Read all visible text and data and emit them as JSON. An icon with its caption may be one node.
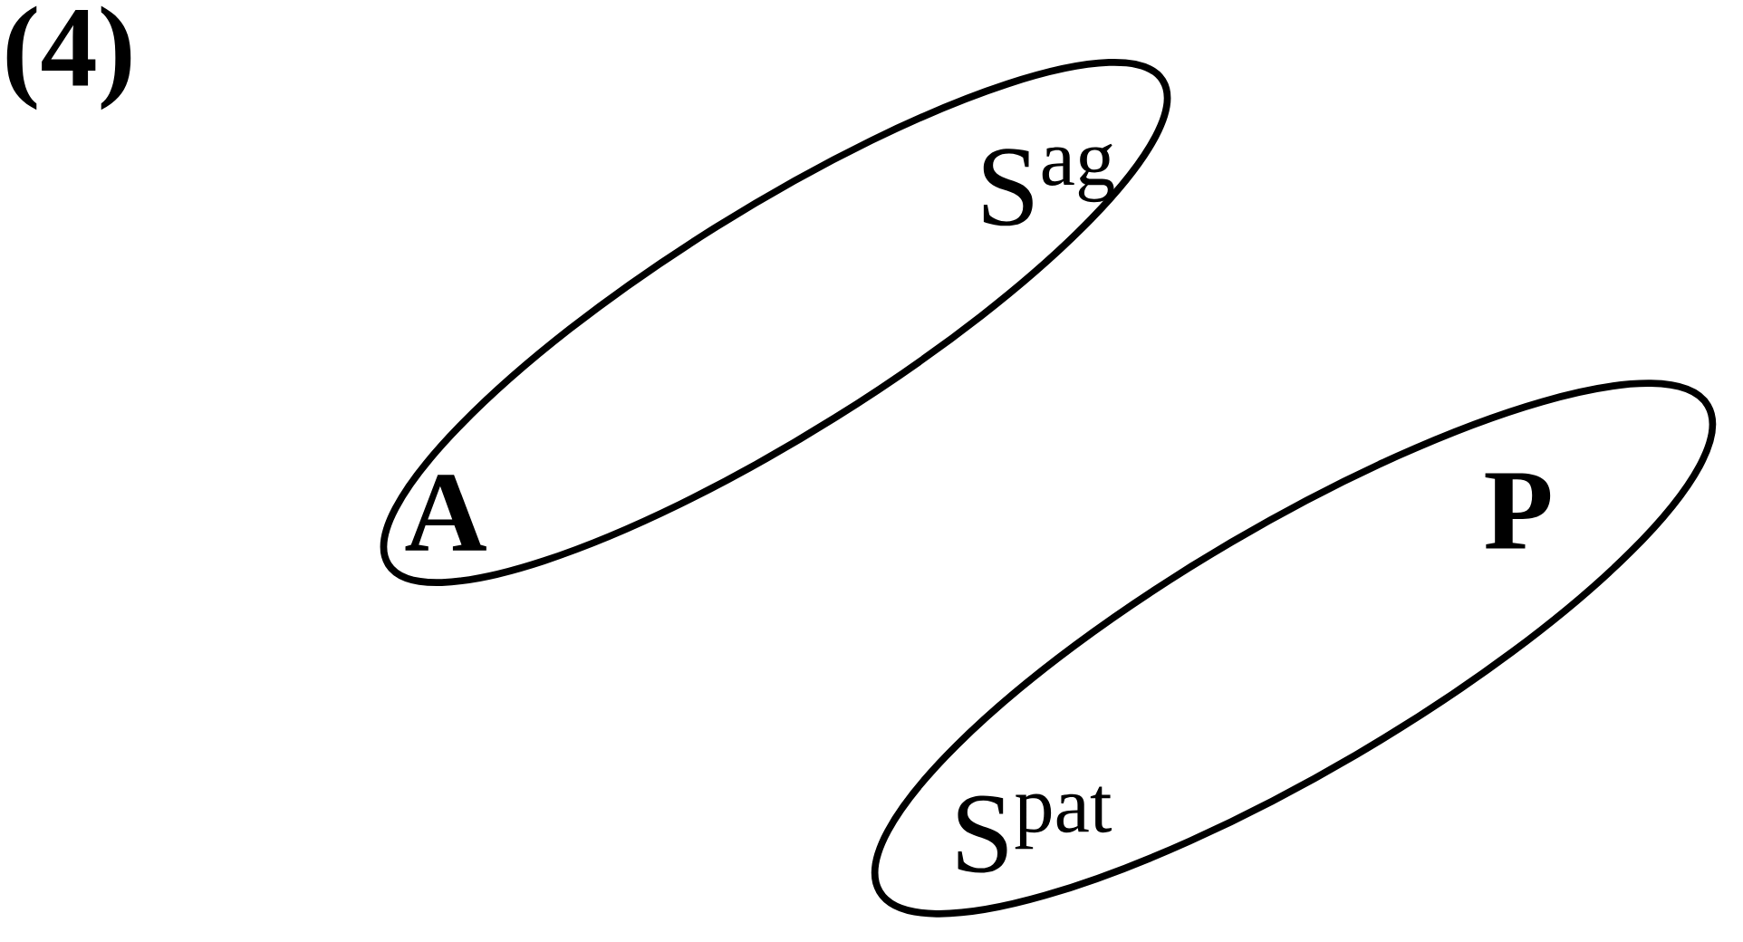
{
  "diagram": {
    "nodes": [
      {
        "text": [
          "S$^{ag}$",
          "A"
        ]
      },
      {
        "text": [
          "P",
          "S$^{pat}$"
        ]
      }
    ],
    "labels": [
      "(4)"
    ]
  }
}
